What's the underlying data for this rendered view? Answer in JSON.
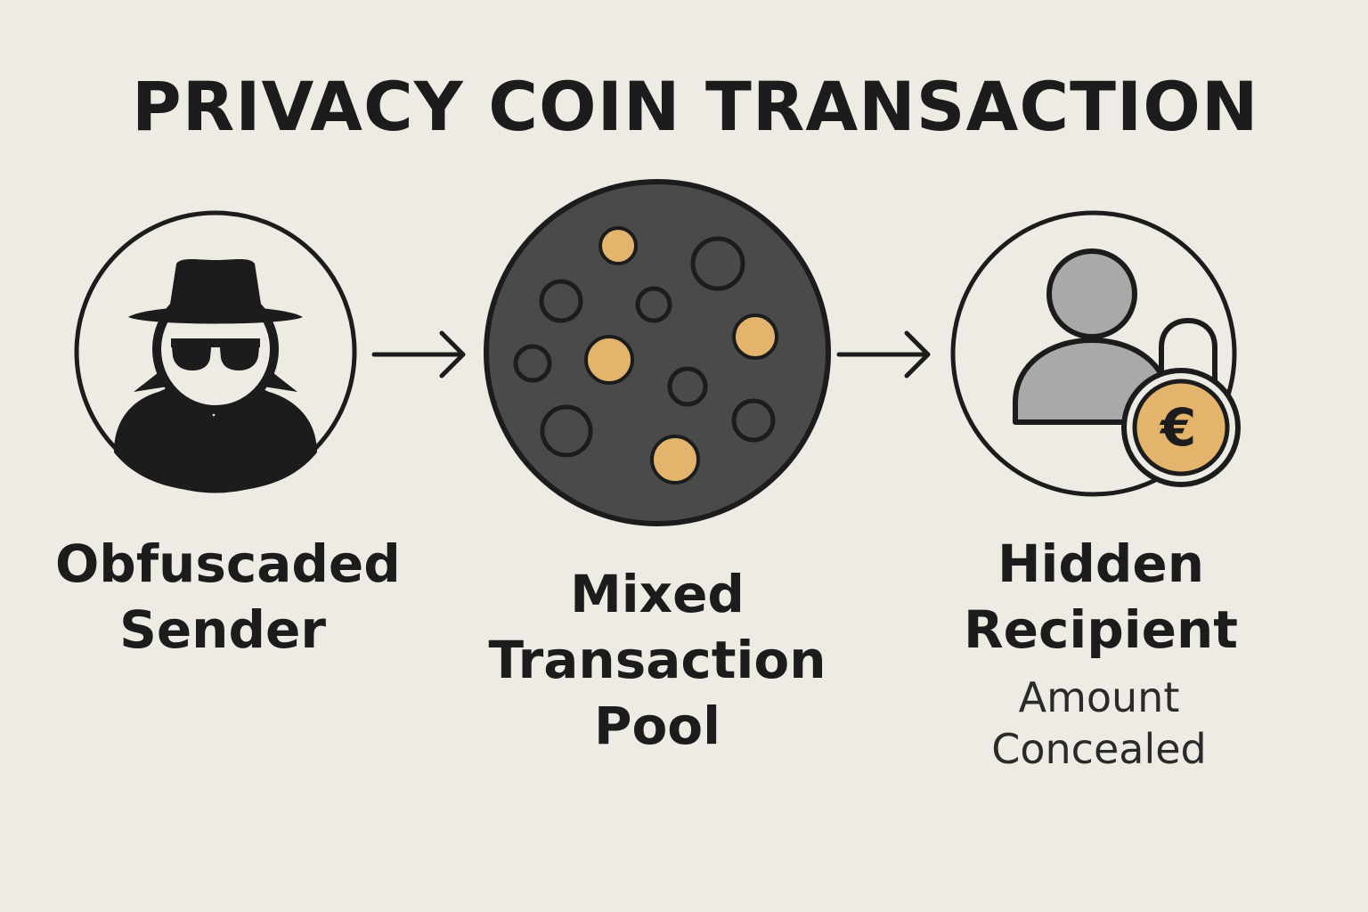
{
  "title": "PRIVACY COIN TRANSACTION",
  "colors": {
    "background": "#eeebe4",
    "ink": "#1c1c1c",
    "pool_fill": "#4a4a4a",
    "coin_gold": "#e3b56c",
    "person_gray": "#a9a9a7"
  },
  "nodes": {
    "sender": {
      "icon": "spy-icon",
      "label_line1": "Obfuscaded",
      "label_line2": "Sender"
    },
    "pool": {
      "icon": "mixing-pool-icon",
      "label_line1": "Mixed",
      "label_line2": "Transaction",
      "label_line3": "Pool"
    },
    "recipient": {
      "icon": "locked-user-icon",
      "label_line1": "Hidden",
      "label_line2": "Recipient",
      "sub_line1": "Amount",
      "sub_line2": "Concealed",
      "coin_symbol": "€"
    }
  },
  "arrows": [
    "arrow-right-icon",
    "arrow-right-icon"
  ]
}
